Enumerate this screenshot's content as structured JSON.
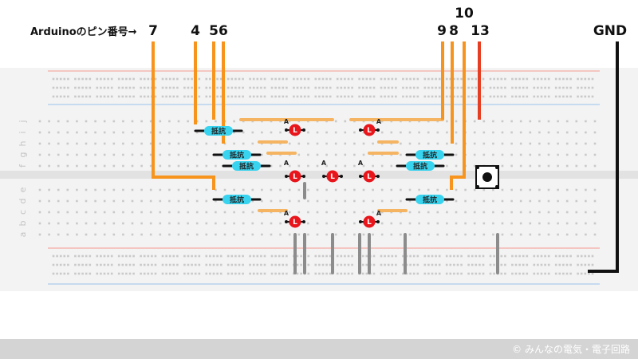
{
  "header": {
    "title": "Arduinoのピン番号→",
    "pins": {
      "p7": "7",
      "p4": "4",
      "p56": "56",
      "p9": "9",
      "p8": "8",
      "p10": "10",
      "p13": "13",
      "gnd": "GND"
    }
  },
  "breadboard": {
    "row_letters_top": [
      "j",
      "i",
      "h",
      "g",
      "f"
    ],
    "row_letters_bottom": [
      "e",
      "d",
      "c",
      "b",
      "a"
    ]
  },
  "components": {
    "resistor_label": "抵抗",
    "led_label": "L",
    "anode_mark": "A"
  },
  "colors": {
    "signal_wire": "#f7941d",
    "pin13_wire": "#e53e22",
    "gnd_wire": "#111111",
    "jumper": "#f5b461",
    "resistor": "#38d3ef",
    "led": "#e8151b",
    "gray_jumper": "#8c8c8c",
    "rail_red": "#f4c6c2",
    "rail_blue": "#c6daf0"
  },
  "footer": {
    "copyright": "©  みんなの電気・電子回路"
  }
}
